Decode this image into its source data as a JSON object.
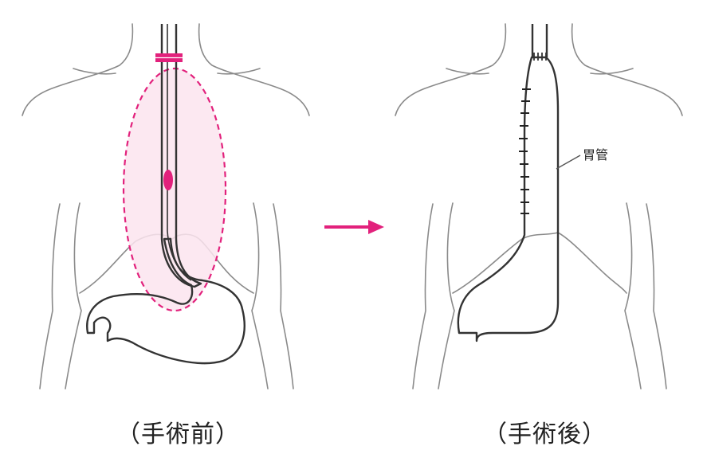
{
  "colors": {
    "accent": "#e2217c",
    "organ_fill": "#f6d3e2",
    "resection_fill": "#fbe4ee",
    "outline": "#8a8a8a",
    "organ_stroke": "#333333"
  },
  "before": {
    "caption": "（手術前）"
  },
  "after": {
    "caption": "（手術後）",
    "label_gastric_tube": "胃管"
  }
}
